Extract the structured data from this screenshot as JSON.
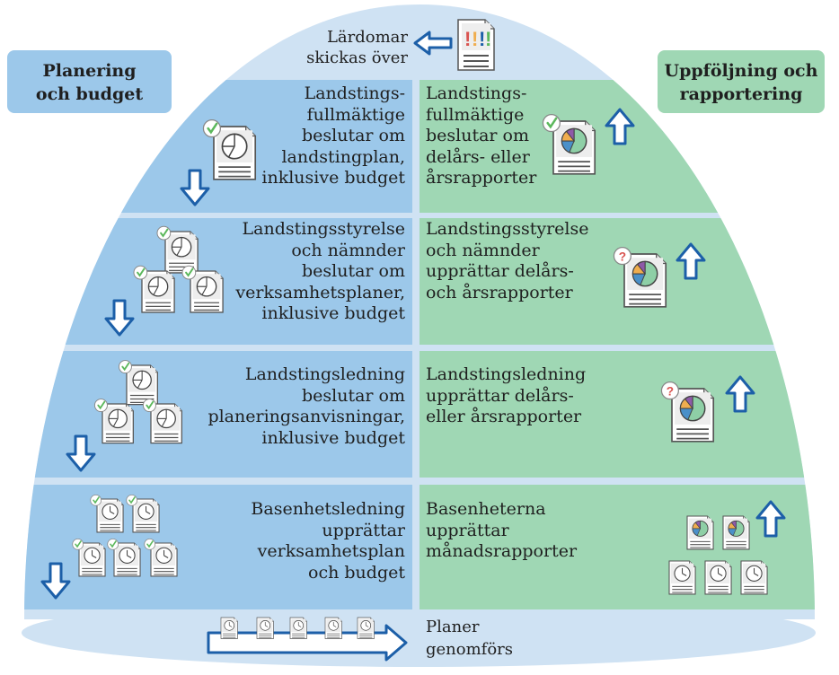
{
  "titles": {
    "left": "Planering\noch budget",
    "right": "Uppföljning och\nrapportering"
  },
  "top_text": "Lärdomar\nskickas över",
  "bottom_text": "Planer\ngenomförs",
  "rows": [
    {
      "planning": "Landstings-\nfullmäktige\nbeslutar om\nlandstingplan,\ninklusive budget",
      "reporting": "Landstings-\nfullmäktige\nbeslutar om\ndelårs- eller\nårsrapporter"
    },
    {
      "planning": "Landstingsstyrelse\noch nämnder\nbeslutar om\nverksamhetsplaner,\ninklusive budget",
      "reporting": "Landstingsstyrelse\noch nämnder\nupprättar delårs-\noch årsrapporter"
    },
    {
      "planning": "Landstingsledning\nbeslutar om\nplaneringsanvisningar,\ninklusive budget",
      "reporting": "Landstingsledning\nupprättar delårs-\neller årsrapporter"
    },
    {
      "planning": "Basenhetsledning\nupprättar\nverksamhetsplan\noch budget",
      "reporting": "Basenheterna\nupprättar\nmånadsrapporter"
    }
  ],
  "icons": {
    "top": "exclamation-document-icon",
    "arrow_down": "arrow-down-icon",
    "arrow_up": "arrow-up-icon",
    "arrow_left": "arrow-left-icon",
    "arrow_right": "arrow-right-icon",
    "approved_doc": "approved-pie-document-icon",
    "question_doc": "question-pie-document-icon",
    "clock_doc": "clock-document-icon"
  },
  "colors": {
    "planning": "#9cc8ea",
    "reporting": "#9fd7b4",
    "dome": "#cfe2f3",
    "arrow": "#1c5fa8",
    "check": "#5cb85c",
    "question": "#d9534f"
  }
}
